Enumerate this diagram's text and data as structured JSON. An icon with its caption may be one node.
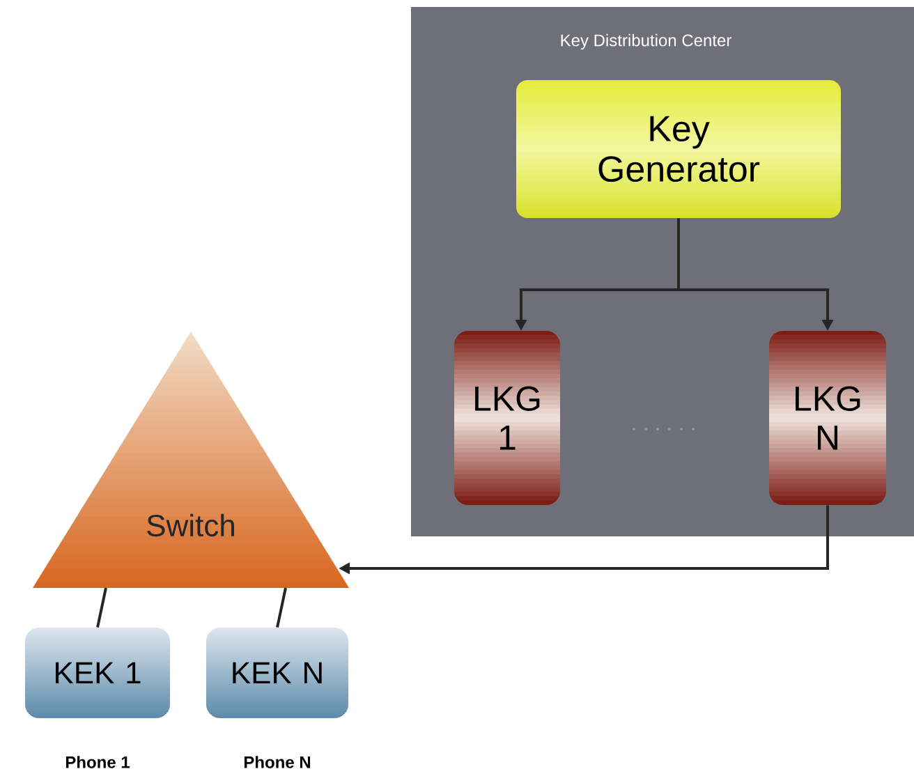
{
  "diagram": {
    "nodes": [
      {
        "text": [
          "Key Distribution Center"
        ]
      },
      {
        "text": [
          "Key Generator"
        ],
        "in": 0
      },
      {
        "text": [
          "LKG 1"
        ],
        "in": 0
      },
      {
        "text": [
          "LKG N"
        ],
        "in": 0
      },
      {
        "text": [
          "Switch"
        ]
      },
      {
        "text": [
          "KEK 1"
        ],
        "beside": [
          "Phone 1"
        ]
      },
      {
        "text": [
          "KEK N"
        ],
        "beside": [
          "Phone N"
        ]
      }
    ],
    "edges": [
      {
        "from": 1,
        "to": 2,
        "arrow": "to"
      },
      {
        "from": 1,
        "to": 3,
        "arrow": "to"
      },
      {
        "from": 3,
        "to": 4,
        "arrow": "to"
      },
      {
        "from": 4,
        "to": 5,
        "arrow": "none"
      },
      {
        "from": 4,
        "to": 6,
        "arrow": "none"
      }
    ]
  }
}
